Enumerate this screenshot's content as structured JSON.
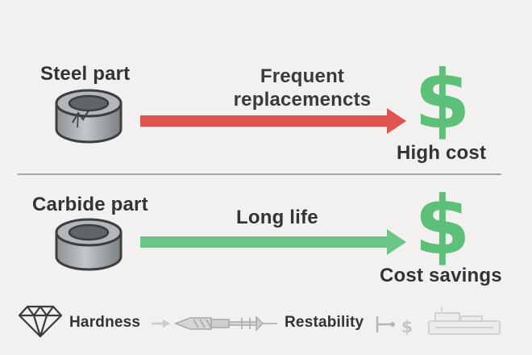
{
  "top_row": {
    "part_label": "Steel part",
    "arrow_label": "Frequent replacemencts",
    "outcome_label": "High cost",
    "symbol": "$",
    "arrow_color": "#e05350",
    "symbol_color": "#5cc079"
  },
  "bottom_row": {
    "part_label": "Carbide part",
    "arrow_label": "Long life",
    "outcome_label": "Cost savings",
    "symbol": "$",
    "arrow_color": "#6cc487",
    "symbol_color": "#5cc079"
  },
  "footer": {
    "hardness_label": "Hardness",
    "restability_label": "Restability",
    "icons": [
      "diamond-icon",
      "arrow-right-icon",
      "drill-bit-icon",
      "tool-icon",
      "dollar-icon",
      "machine-icon"
    ]
  }
}
